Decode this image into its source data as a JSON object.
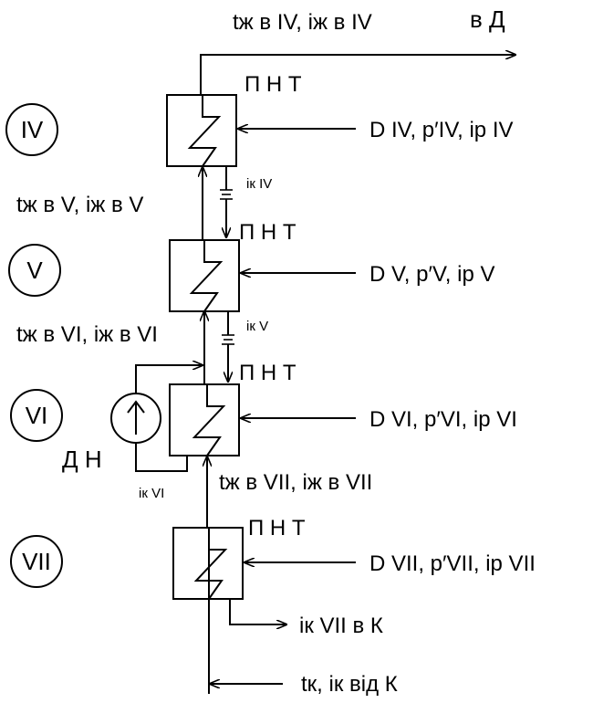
{
  "outlet": {
    "temp_enthalpy": "tж в IV, iж в IV",
    "to": "в Д"
  },
  "stages": [
    {
      "roman": "IV",
      "heater": "П Н Т",
      "steam": "D IV, p′IV, ip IV",
      "condensate": "iк IV",
      "water": "tж в V, iж в V"
    },
    {
      "roman": "V",
      "heater": "П Н Т",
      "steam": "D V, p′V, ip V",
      "condensate": "iк V",
      "water": "tж в VI, iж в VI"
    },
    {
      "roman": "VI",
      "heater": "П Н Т",
      "steam": "D VI, p′VI, ip VI",
      "condensate": "iк VI",
      "water": "tж в VII, iж в VII"
    },
    {
      "roman": "VII",
      "heater": "П Н Т",
      "steam": "D VII, p′VII, ip VII",
      "condensate": "iк VII в К"
    }
  ],
  "pump": {
    "label": "Д Н"
  },
  "inlet": {
    "label": "tк, iк  від К"
  }
}
